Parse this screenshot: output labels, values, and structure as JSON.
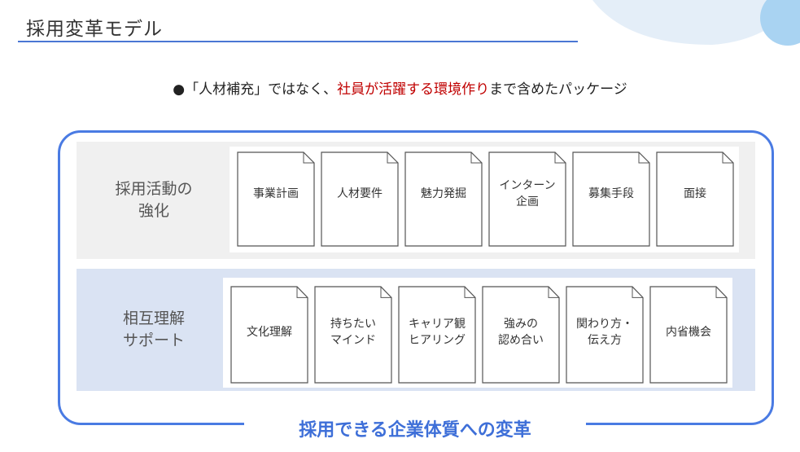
{
  "slide": {
    "title": "採用変革モデル",
    "bullet_prefix": "●「人材補充」ではなく、",
    "bullet_highlight": "社員が活躍する環境作り",
    "bullet_suffix": "まで含めたパッケージ",
    "footer": "採用できる企業体質への変革"
  },
  "rows": [
    {
      "label": "採用活動の\n強化",
      "cards": [
        "事業計画",
        "人材要件",
        "魅力発掘",
        "インターン\n企画",
        "募集手段",
        "面接"
      ]
    },
    {
      "label": "相互理解\nサポート",
      "cards": [
        "文化理解",
        "持ちたい\nマインド",
        "キャリア観\nヒアリング",
        "強みの\n認め合い",
        "関わり方・\n伝え方",
        "内省機会"
      ]
    }
  ],
  "colors": {
    "accent": "#4a7be3",
    "highlight": "#c00000",
    "band1": "#f0f0f0",
    "band2": "#dae3f3"
  }
}
